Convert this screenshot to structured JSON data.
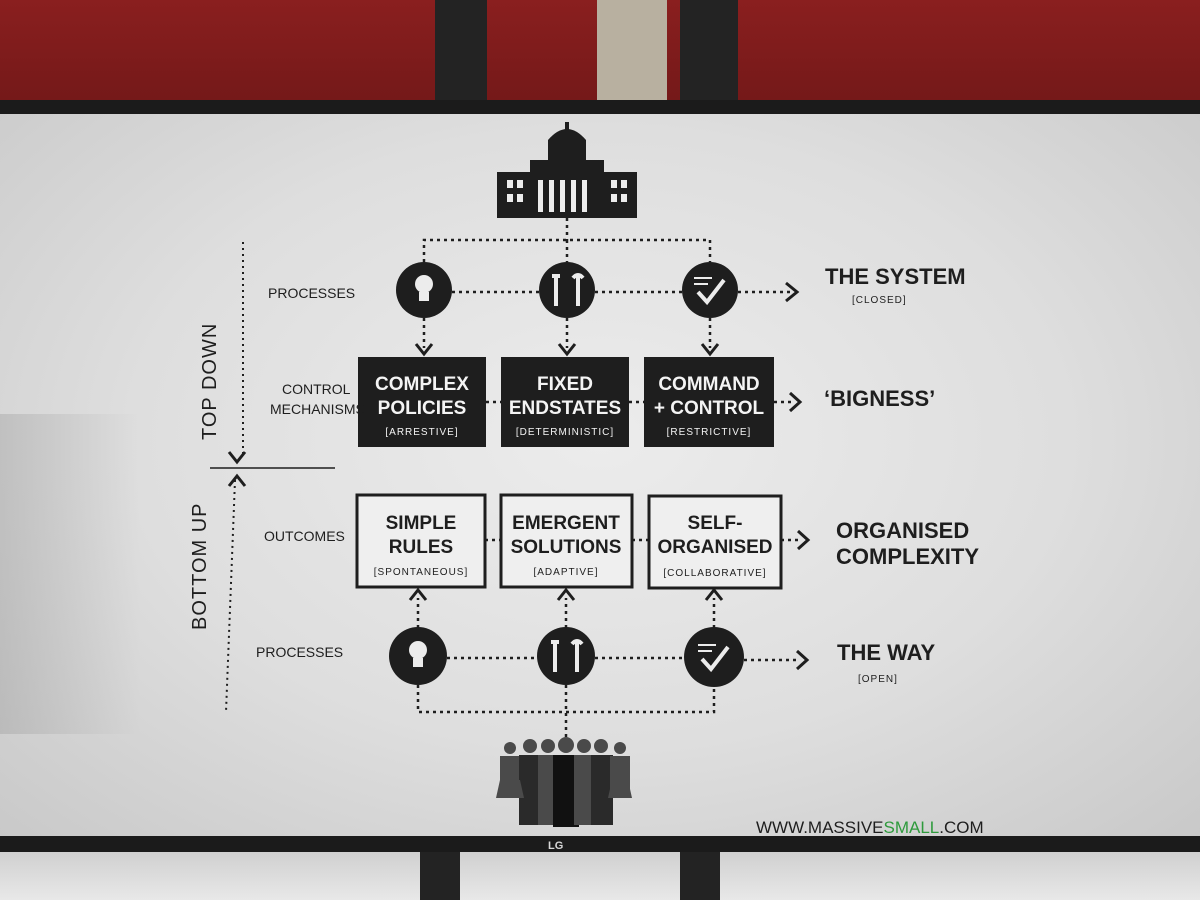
{
  "diagram": {
    "axis": {
      "top_down": "TOP DOWN",
      "bottom_up": "BOTTOM UP"
    },
    "row_labels": {
      "processes_top": "PROCESSES",
      "control_line1": "CONTROL",
      "control_line2": "MECHANISMS",
      "outcomes": "OUTCOMES",
      "processes_bottom": "PROCESSES"
    },
    "control_boxes": [
      {
        "line1": "COMPLEX",
        "line2": "POLICIES",
        "sub": "[ARRESTIVE]"
      },
      {
        "line1": "FIXED",
        "line2": "ENDSTATES",
        "sub": "[DETERMINISTIC]"
      },
      {
        "line1": "COMMAND",
        "line2": "+ CONTROL",
        "sub": "[RESTRICTIVE]"
      }
    ],
    "outcome_boxes": [
      {
        "line1": "SIMPLE",
        "line2": "RULES",
        "sub": "[SPONTANEOUS]"
      },
      {
        "line1": "EMERGENT",
        "line2": "SOLUTIONS",
        "sub": "[ADAPTIVE]"
      },
      {
        "line1": "SELF-",
        "line2": "ORGANISED",
        "sub": "[COLLABORATIVE]"
      }
    ],
    "results": {
      "system": "THE SYSTEM",
      "system_sub": "[CLOSED]",
      "bigness": "‘BIGNESS’",
      "organised_line1": "ORGANISED",
      "organised_line2": "COMPLEXITY",
      "way": "THE WAY",
      "way_sub": "[OPEN]"
    },
    "url_prefix": "WWW.MASSIVE",
    "url_highlight": "SMALL",
    "url_suffix": ".COM",
    "url_highlight_color": "#2e9a3c"
  },
  "monitor": {
    "brand": "LG"
  },
  "icons": [
    "government-building-icon",
    "lightbulb-icon",
    "tools-icon",
    "checklist-icon",
    "people-group-icon"
  ]
}
